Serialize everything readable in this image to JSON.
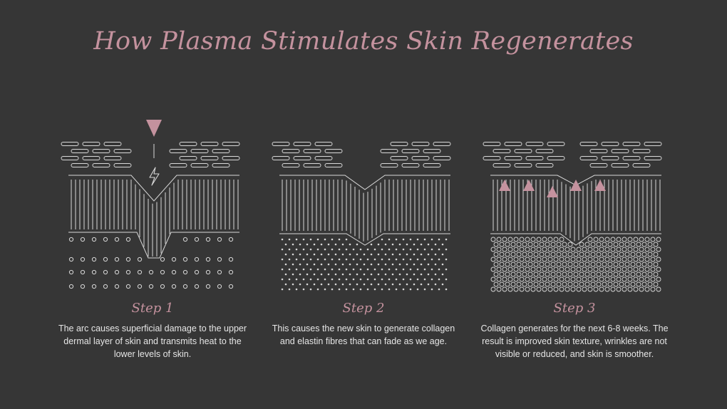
{
  "title": "How Plasma Stimulates Skin Regenerates",
  "colors": {
    "background": "#363636",
    "accent": "#c4929e",
    "line": "#d8d8d8",
    "text": "#e6e6e6"
  },
  "steps": [
    {
      "label": "Step 1",
      "description": "The arc causes superficial damage to the upper dermal layer of skin and transmits heat to the lower levels of skin.",
      "icons": [
        "arrow-down-icon",
        "lightning-icon"
      ],
      "dip": "deep",
      "dermis_pattern": "sparse-circles"
    },
    {
      "label": "Step 2",
      "description": "This causes the new skin to generate collagen and elastin fibres that can fade as we age.",
      "icons": [],
      "dip": "medium",
      "dermis_pattern": "dense-dots"
    },
    {
      "label": "Step 3",
      "description": "Collagen generates for the next 6-8 weeks. The result is improved skin texture, wrinkles are not visible or reduced, and skin is smoother.",
      "icons": [
        "arrow-up-icon"
      ],
      "dip": "shallow",
      "dermis_pattern": "dense-circles"
    }
  ]
}
